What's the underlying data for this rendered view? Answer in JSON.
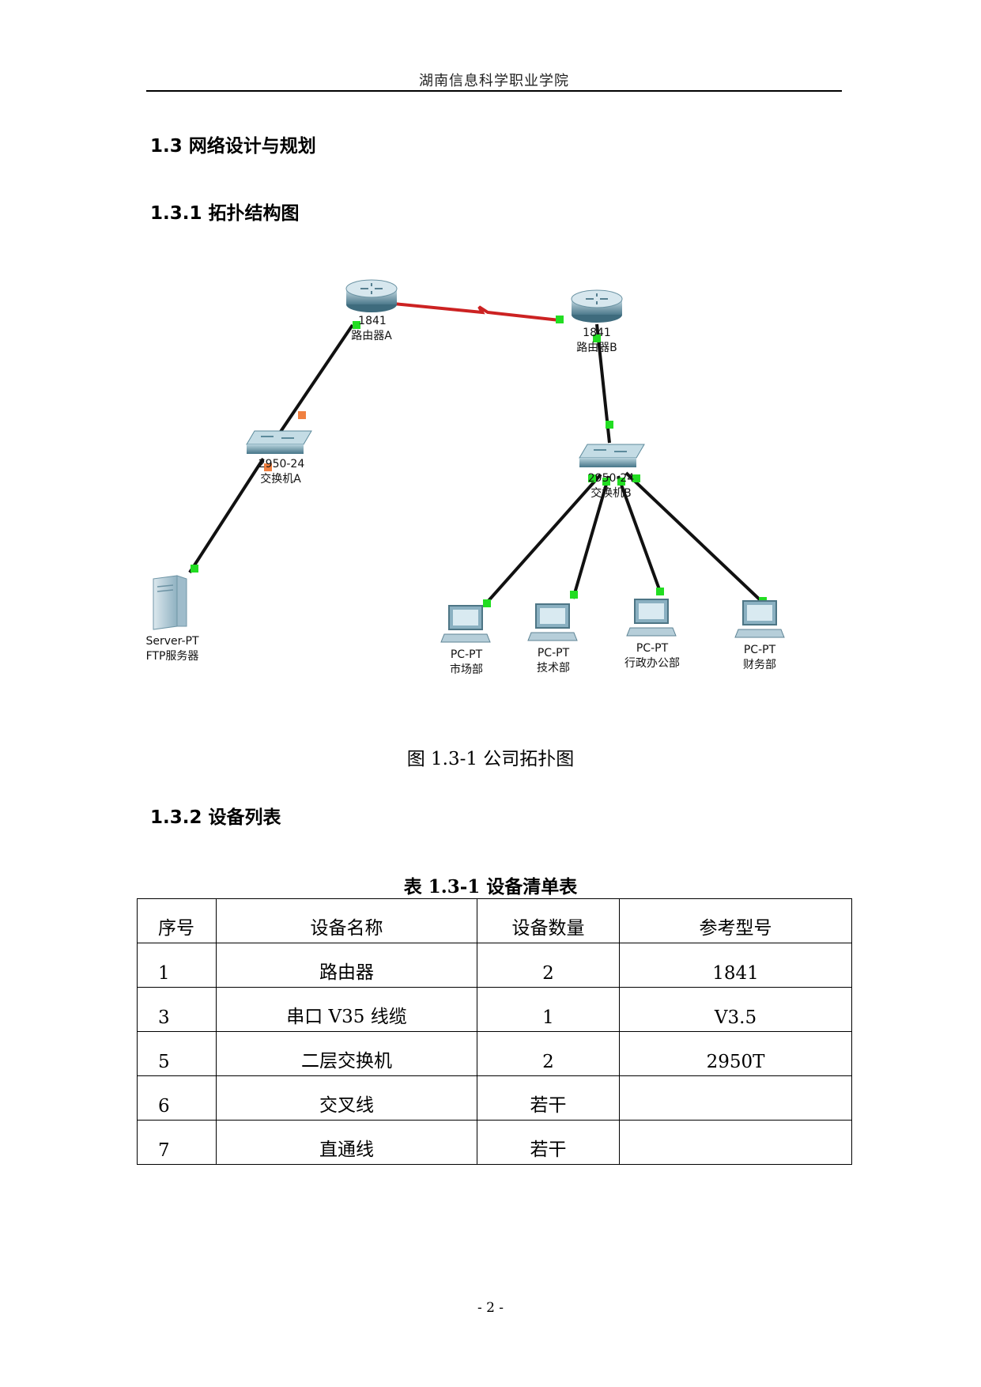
{
  "header": {
    "title": "湖南信息科学职业学院"
  },
  "sections": {
    "s1": "1.3  网络设计与规划",
    "s2": "1.3.1 拓扑结构图",
    "s3": "1.3.2 设备列表"
  },
  "topology": {
    "router_a": {
      "model": "1841",
      "name": "路由器A"
    },
    "router_b": {
      "model": "1841",
      "name": "路由器B"
    },
    "switch_a": {
      "model": "2950-24",
      "name": "交换机A"
    },
    "switch_b": {
      "model": "2950-24",
      "name": "交换机B"
    },
    "server": {
      "model": "Server-PT",
      "name": "FTP服务器"
    },
    "pcs": [
      {
        "model": "PC-PT",
        "name": "市场部"
      },
      {
        "model": "PC-PT",
        "name": "技术部"
      },
      {
        "model": "PC-PT",
        "name": "行政办公部"
      },
      {
        "model": "PC-PT",
        "name": "财务部"
      }
    ],
    "colors": {
      "serial_link": "#cc2222",
      "ethernet_link": "#111111",
      "port_up": "#22dd22",
      "port_pending": "#f08040"
    }
  },
  "figure_caption": "图 1.3-1  公司拓扑图",
  "table": {
    "title": "表 1.3-1  设备清单表",
    "headers": [
      "序号",
      "设备名称",
      "设备数量",
      "参考型号"
    ],
    "rows": [
      [
        "1",
        "路由器",
        "2",
        "1841"
      ],
      [
        "3",
        "串口 V35 线缆",
        "1",
        "V3.5"
      ],
      [
        "5",
        "二层交换机",
        "2",
        "2950T"
      ],
      [
        "6",
        "交叉线",
        "若干",
        ""
      ],
      [
        "7",
        "直通线",
        "若干",
        ""
      ]
    ]
  },
  "page_number": "- 2 -"
}
